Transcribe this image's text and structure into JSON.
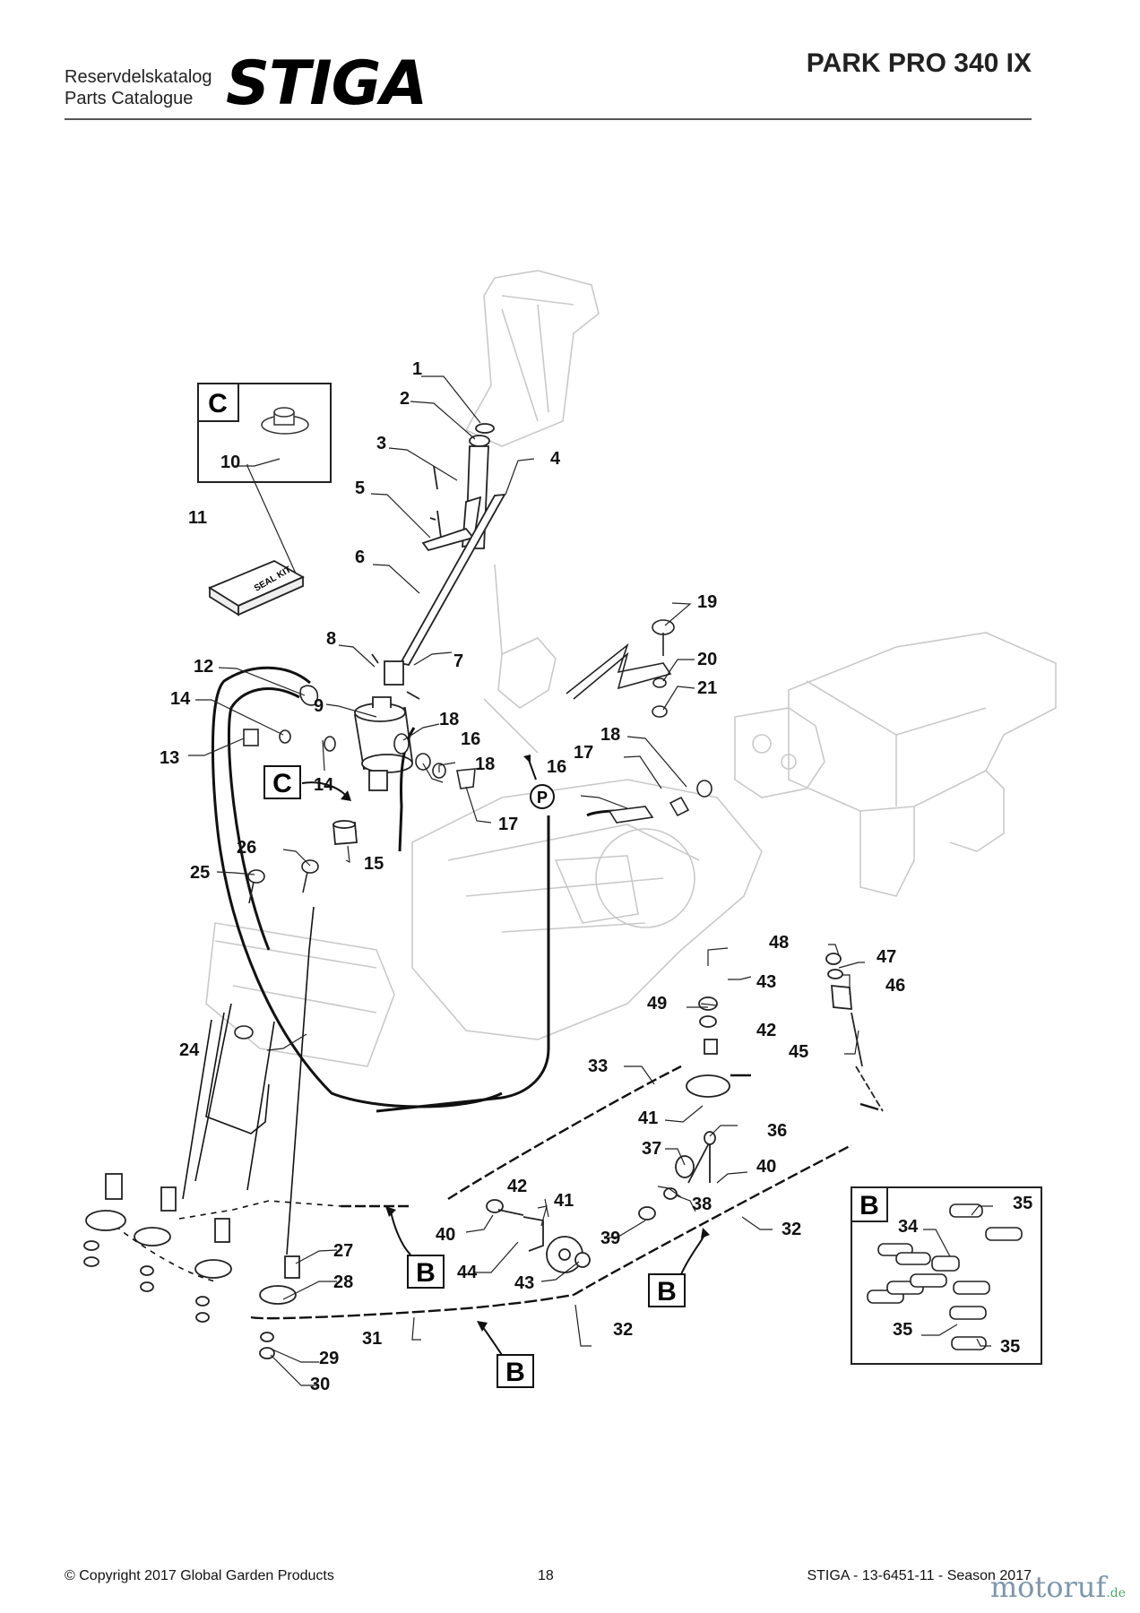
{
  "header": {
    "catalog_line1": "Reservdelskatalog",
    "catalog_line2": "Parts Catalogue",
    "brand": "STIGA",
    "model": "PARK PRO 340 IX"
  },
  "diagram": {
    "box_c_letter": "C",
    "box_b_letter": "B",
    "seal_kit_text": "SEAL KIT",
    "p_marker": "P",
    "callouts": [
      {
        "id": "c1",
        "text": "1"
      },
      {
        "id": "c2",
        "text": "2"
      },
      {
        "id": "c3",
        "text": "3"
      },
      {
        "id": "c4",
        "text": "4"
      },
      {
        "id": "c5",
        "text": "5"
      },
      {
        "id": "c6",
        "text": "6"
      },
      {
        "id": "c7",
        "text": "7"
      },
      {
        "id": "c8",
        "text": "8"
      },
      {
        "id": "c9",
        "text": "9"
      },
      {
        "id": "c10",
        "text": "10"
      },
      {
        "id": "c11",
        "text": "11"
      },
      {
        "id": "c12",
        "text": "12"
      },
      {
        "id": "c13",
        "text": "13"
      },
      {
        "id": "c14a",
        "text": "14"
      },
      {
        "id": "c14b",
        "text": "14"
      },
      {
        "id": "c15",
        "text": "15"
      },
      {
        "id": "c16a",
        "text": "16"
      },
      {
        "id": "c16b",
        "text": "16"
      },
      {
        "id": "c17a",
        "text": "17"
      },
      {
        "id": "c17b",
        "text": "17"
      },
      {
        "id": "c18a",
        "text": "18"
      },
      {
        "id": "c18b",
        "text": "18"
      },
      {
        "id": "c18c",
        "text": "18"
      },
      {
        "id": "c19",
        "text": "19"
      },
      {
        "id": "c20",
        "text": "20"
      },
      {
        "id": "c21",
        "text": "21"
      },
      {
        "id": "c24",
        "text": "24"
      },
      {
        "id": "c25",
        "text": "25"
      },
      {
        "id": "c26",
        "text": "26"
      },
      {
        "id": "c27",
        "text": "27"
      },
      {
        "id": "c28",
        "text": "28"
      },
      {
        "id": "c29",
        "text": "29"
      },
      {
        "id": "c30",
        "text": "30"
      },
      {
        "id": "c31",
        "text": "31"
      },
      {
        "id": "c32a",
        "text": "32"
      },
      {
        "id": "c32b",
        "text": "32"
      },
      {
        "id": "c33",
        "text": "33"
      },
      {
        "id": "c34",
        "text": "34"
      },
      {
        "id": "c35a",
        "text": "35"
      },
      {
        "id": "c35b",
        "text": "35"
      },
      {
        "id": "c35c",
        "text": "35"
      },
      {
        "id": "c36",
        "text": "36"
      },
      {
        "id": "c37",
        "text": "37"
      },
      {
        "id": "c38",
        "text": "38"
      },
      {
        "id": "c39",
        "text": "39"
      },
      {
        "id": "c40a",
        "text": "40"
      },
      {
        "id": "c40b",
        "text": "40"
      },
      {
        "id": "c41a",
        "text": "41"
      },
      {
        "id": "c41b",
        "text": "41"
      },
      {
        "id": "c42a",
        "text": "42"
      },
      {
        "id": "c42b",
        "text": "42"
      },
      {
        "id": "c43a",
        "text": "43"
      },
      {
        "id": "c43b",
        "text": "43"
      },
      {
        "id": "c44",
        "text": "44"
      },
      {
        "id": "c45",
        "text": "45"
      },
      {
        "id": "c46",
        "text": "46"
      },
      {
        "id": "c47",
        "text": "47"
      },
      {
        "id": "c48",
        "text": "48"
      },
      {
        "id": "c49",
        "text": "49"
      }
    ]
  },
  "footer": {
    "copyright": "© Copyright 2017 Global Garden Products",
    "page_number": "18",
    "catalog_ref": "STIGA - 13-6451-11 - Season 2017"
  },
  "watermark": {
    "name": "motoruf",
    "suffix": ".de"
  }
}
